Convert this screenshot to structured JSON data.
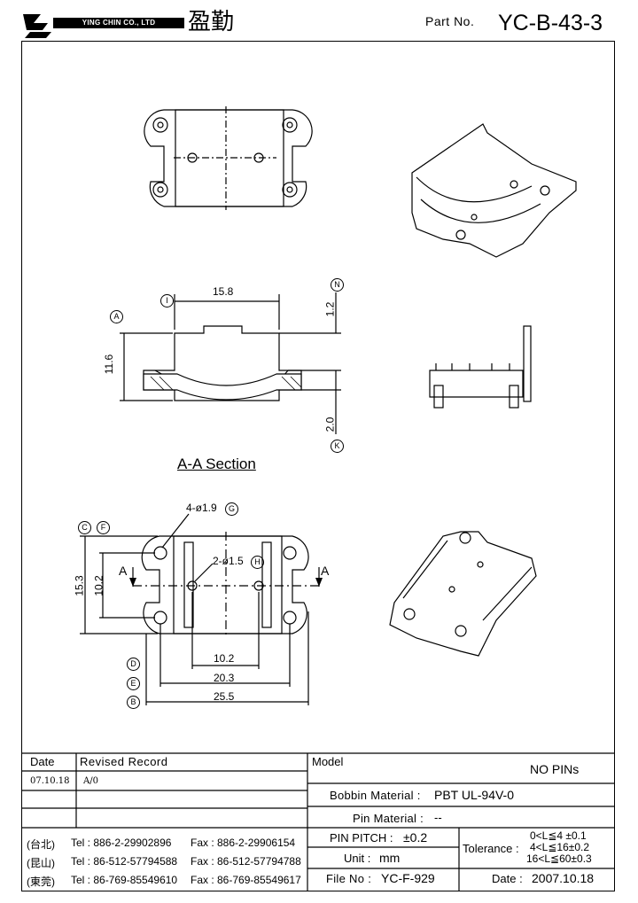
{
  "header": {
    "company_en": "YING CHIN CO., LTD",
    "company_cn": "盈勤",
    "part_no_label": "Part  No.",
    "part_no": "YC-B-43-3"
  },
  "drawing": {
    "section_label": "A-A  Section",
    "dims": {
      "d15_8": "15.8",
      "d1_2": "1.2",
      "d11_6": "11.6",
      "d2_0": "2.0",
      "holes_4": "4-ø1.9",
      "holes_2": "2-ø1.5",
      "d15_3": "15.3",
      "d10_2v": "10.2",
      "d10_2h": "10.2",
      "d20_3": "20.3",
      "d25_5": "25.5",
      "arrow_a": "A"
    },
    "markers": {
      "I": "I",
      "N": "N",
      "A": "A",
      "K": "K",
      "G": "G",
      "H": "H",
      "C": "C",
      "F": "F",
      "D": "D",
      "E": "E",
      "B": "B"
    }
  },
  "revision": {
    "date_header": "Date",
    "record_header": "Revised  Record",
    "rows": [
      {
        "date": "07.10.18",
        "record": "A/0"
      },
      {
        "date": "",
        "record": ""
      },
      {
        "date": "",
        "record": ""
      }
    ]
  },
  "contacts": [
    {
      "loc": "(台北)",
      "tel": "Tel : 886-2-29902896",
      "fax": "Fax : 886-2-29906154"
    },
    {
      "loc": "(昆山)",
      "tel": "Tel : 86-512-57794588",
      "fax": "Fax : 86-512-57794788"
    },
    {
      "loc": "(東莞)",
      "tel": "Tel : 86-769-85549610",
      "fax": "Fax : 86-769-85549617"
    }
  ],
  "spec": {
    "model_label": "Model",
    "model_value": "NO PINs",
    "bobbin_label": "Bobbin  Material :",
    "bobbin_value": "PBT UL-94V-0",
    "pin_label": "Pin  Material :",
    "pin_value": "--",
    "pitch_label": "PIN  PITCH :",
    "pitch_value": "±0.2",
    "unit_label": "Unit :",
    "unit_value": "mm",
    "file_label": "File  No :",
    "file_value": "YC-F-929",
    "date_label": "Date :",
    "date_value": "2007.10.18",
    "tolerance_label": "Tolerance :",
    "tolerance_rows": [
      "0<L≦4   ±0.1",
      "4<L≦16±0.2",
      "16<L≦60±0.3"
    ]
  }
}
